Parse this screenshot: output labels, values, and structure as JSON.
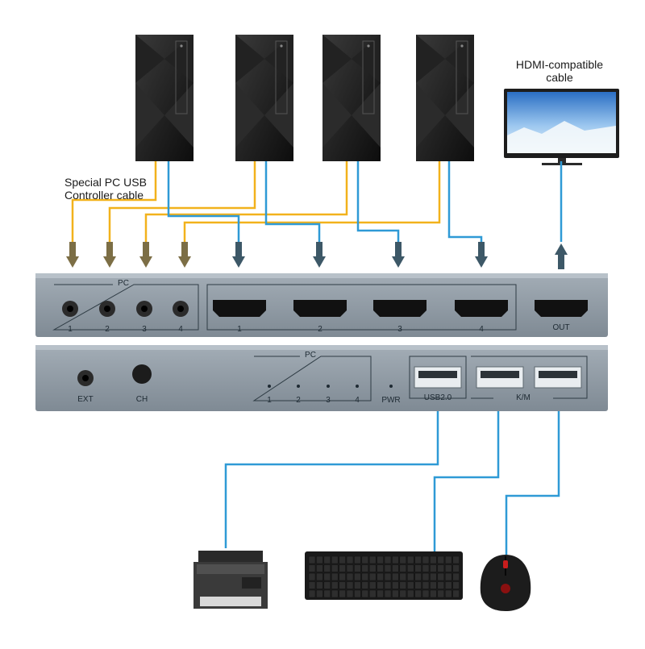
{
  "labels": {
    "special_cable_line1": "Special PC USB",
    "special_cable_line2": "Controller cable",
    "hdmi_cable_line1": "HDMI-compatible",
    "hdmi_cable_line2": "cable"
  },
  "back_panel": {
    "pc_group_label": "PC",
    "audio_ports": [
      "1",
      "2",
      "3",
      "4"
    ],
    "hdmi_inputs": [
      "1",
      "2",
      "3",
      "4"
    ],
    "hdmi_output": "OUT"
  },
  "front_panel": {
    "ext_label": "EXT",
    "ch_label": "CH",
    "pc_group_label": "PC",
    "led_labels": [
      "1",
      "2",
      "3",
      "4"
    ],
    "pwr_label": "PWR",
    "usb20_label": "USB2.0",
    "km_label": "K/M"
  },
  "peripherals": [
    "printer",
    "keyboard",
    "mouse"
  ],
  "colors": {
    "yellow_cable": "#f2b21c",
    "blue_cable": "#2f9ad6",
    "panel": "#8e99a3",
    "arrow": "#3d5867"
  }
}
